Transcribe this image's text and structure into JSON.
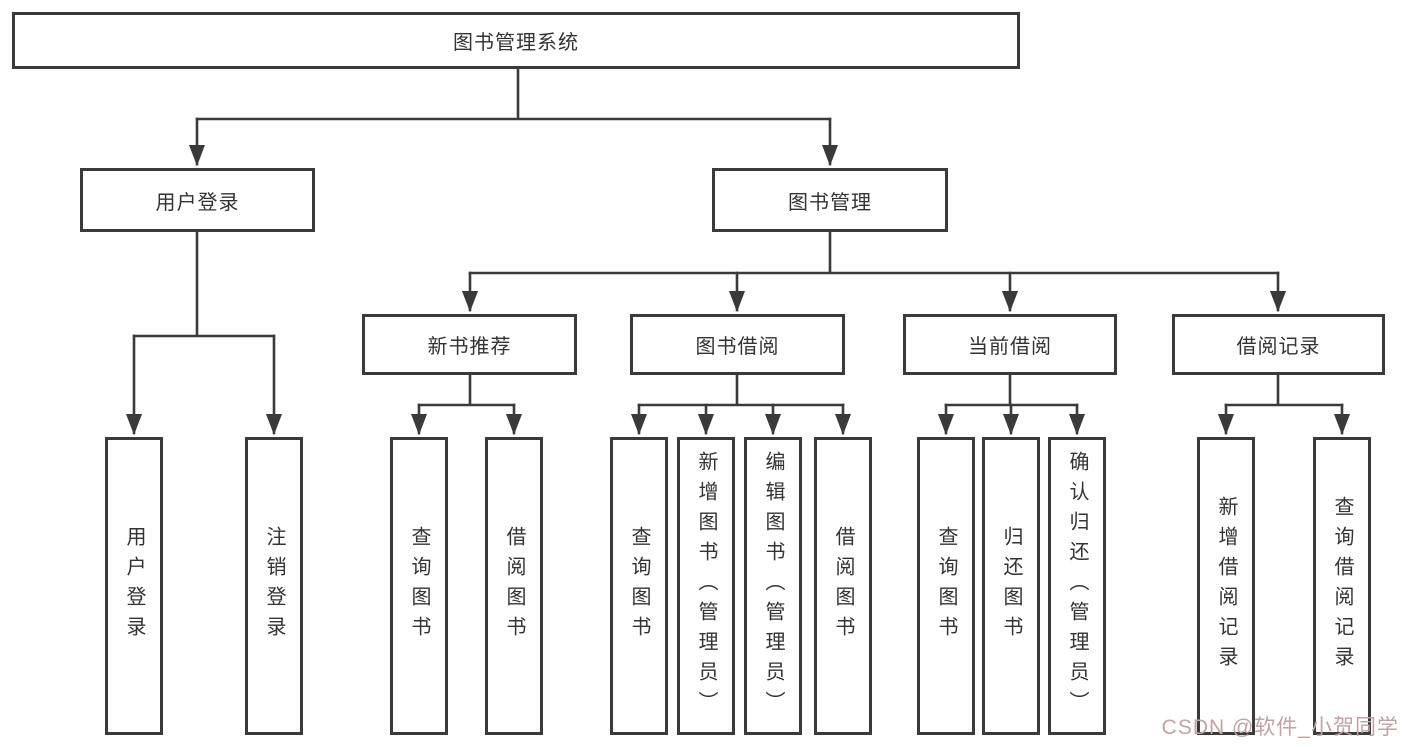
{
  "diagram": {
    "root": {
      "label": "图书管理系统"
    },
    "level1": [
      {
        "id": "user-login",
        "label": "用户登录"
      },
      {
        "id": "book-management",
        "label": "图书管理"
      }
    ],
    "level2": [
      {
        "id": "new-book-recommend",
        "label": "新书推荐",
        "parent": "图书管理"
      },
      {
        "id": "book-borrowing",
        "label": "图书借阅",
        "parent": "图书管理"
      },
      {
        "id": "current-borrowing",
        "label": "当前借阅",
        "parent": "图书管理"
      },
      {
        "id": "borrowing-records",
        "label": "借阅记录",
        "parent": "图书管理"
      }
    ],
    "leaves": [
      {
        "label": "用户登录",
        "parent": "用户登录"
      },
      {
        "label": "注销登录",
        "parent": "用户登录"
      },
      {
        "label": "查询图书",
        "parent": "新书推荐"
      },
      {
        "label": "借阅图书",
        "parent": "新书推荐"
      },
      {
        "label": "查询图书",
        "parent": "图书借阅"
      },
      {
        "label": "新增图书（管理员）",
        "parent": "图书借阅"
      },
      {
        "label": "编辑图书（管理员）",
        "parent": "图书借阅"
      },
      {
        "label": "借阅图书",
        "parent": "图书借阅"
      },
      {
        "label": "查询图书",
        "parent": "当前借阅"
      },
      {
        "label": "归还图书",
        "parent": "当前借阅"
      },
      {
        "label": "确认归还（管理员）",
        "parent": "当前借阅"
      },
      {
        "label": "新增借阅记录",
        "parent": "借阅记录"
      },
      {
        "label": "查询借阅记录",
        "parent": "借阅记录"
      }
    ],
    "watermark": "CSDN @软件_小贺同学",
    "colors": {
      "line": "#3a3a3a",
      "text": "#333333",
      "watermark": "#c3a2a2",
      "background": "#ffffff"
    }
  }
}
